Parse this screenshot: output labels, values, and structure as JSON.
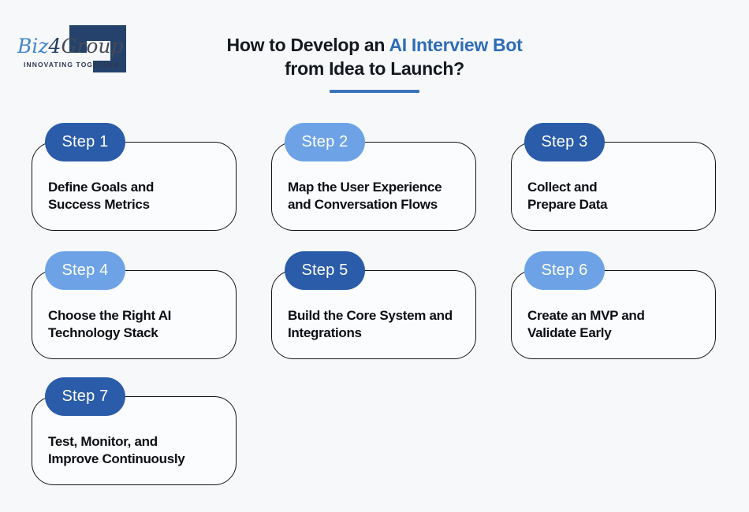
{
  "brand": {
    "name_prefix": "Biz",
    "name_digit": "4",
    "name_suffix": "Group",
    "tagline": "INNOVATING TOGETHER"
  },
  "title": {
    "line1_plain": "How to Develop an",
    "line1_highlight": "AI Interview Bot",
    "line2": "from Idea to Launch?"
  },
  "colors": {
    "page_bg": "#f7f8fa",
    "card_bg": "#fbfcfe",
    "card_border": "#141414",
    "pill_dark": "#2b5ca9",
    "pill_light": "#6da3e6",
    "title_highlight": "#2d6db6",
    "underline": "#3c74bb",
    "logo_navy": "#24426b"
  },
  "steps": [
    {
      "label": "Step 1",
      "variant": "dark",
      "text": "Define Goals and\nSuccess Metrics"
    },
    {
      "label": "Step 2",
      "variant": "light",
      "text": "Map the User Experience\nand Conversation Flows"
    },
    {
      "label": "Step 3",
      "variant": "dark",
      "text": "Collect and\nPrepare Data"
    },
    {
      "label": "Step 4",
      "variant": "light",
      "text": "Choose the Right AI\nTechnology Stack"
    },
    {
      "label": "Step 5",
      "variant": "dark",
      "text": "Build the Core System and\nIntegrations"
    },
    {
      "label": "Step 6",
      "variant": "light",
      "text": "Create an MVP and\nValidate Early"
    },
    {
      "label": "Step 7",
      "variant": "dark",
      "text": "Test, Monitor, and\nImprove Continuously"
    }
  ]
}
